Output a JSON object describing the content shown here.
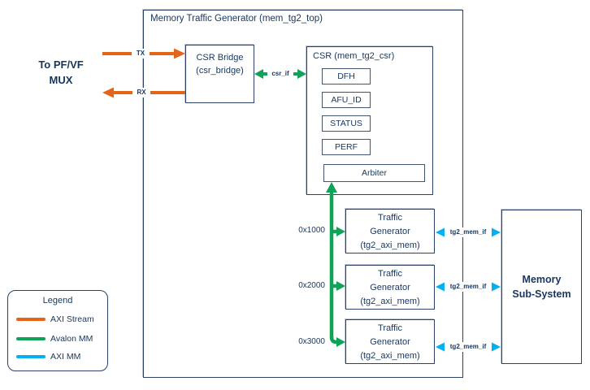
{
  "diagram": {
    "title": "Memory Traffic Generator (mem_tg2_top)",
    "external_endpoint": {
      "line1": "To PF/VF",
      "line2": "MUX"
    },
    "csr_bridge": {
      "line1": "CSR Bridge",
      "line2": "(csr_bridge)"
    },
    "csr": {
      "title": "CSR (mem_tg2_csr)",
      "registers": [
        "DFH",
        "AFU_ID",
        "STATUS",
        "PERF"
      ],
      "arbiter_label": "Arbiter"
    },
    "traffic_generators": [
      {
        "address": "0x1000",
        "line1": "Traffic",
        "line2": "Generator",
        "line3": "(tg2_axi_mem)",
        "interface_label": "tg2_mem_if"
      },
      {
        "address": "0x2000",
        "line1": "Traffic",
        "line2": "Generator",
        "line3": "(tg2_axi_mem)",
        "interface_label": "tg2_mem_if"
      },
      {
        "address": "0x3000",
        "line1": "Traffic",
        "line2": "Generator",
        "line3": "(tg2_axi_mem)",
        "interface_label": "tg2_mem_if"
      }
    ],
    "memory_subsystem": {
      "line1": "Memory",
      "line2": "Sub-System"
    },
    "connections": {
      "tx_label": "TX",
      "rx_label": "RX",
      "csr_if_label": "csr_if"
    },
    "legend": {
      "title": "Legend",
      "items": [
        {
          "label": "AXI Stream",
          "color": "#E4641A"
        },
        {
          "label": "Avalon MM",
          "color": "#0FA357"
        },
        {
          "label": "AXI MM",
          "color": "#00B0F0"
        }
      ]
    },
    "colors": {
      "axi_stream": "#E4641A",
      "avalon_mm": "#0FA357",
      "axi_mm": "#00B0F0",
      "line_and_text": "#17365D"
    }
  }
}
